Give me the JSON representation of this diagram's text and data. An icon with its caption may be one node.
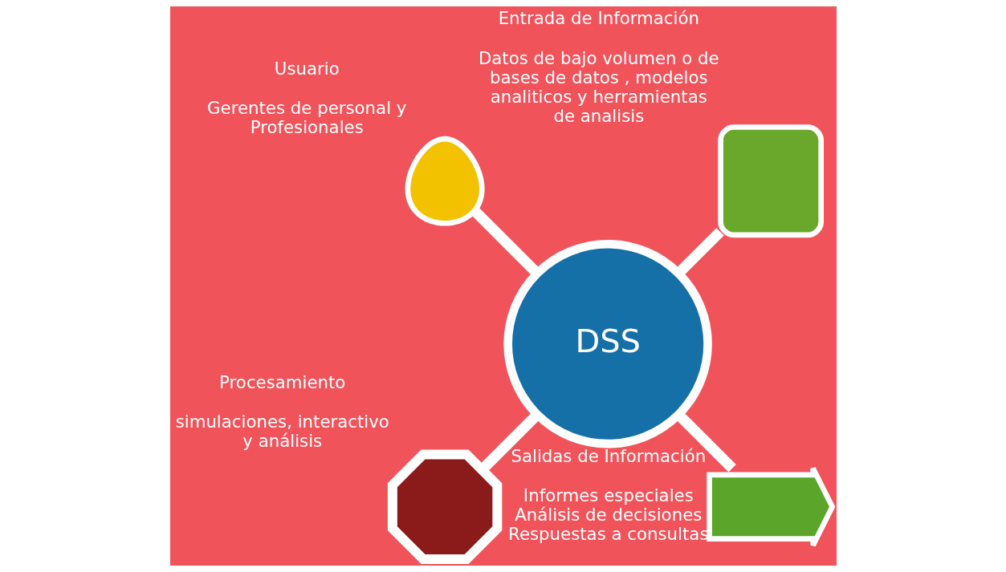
{
  "diagram": {
    "nodes": [
      {
        "text": [
          "DSS"
        ]
      },
      {
        "text": [],
        "shape": "box",
        "beside": [
          "Entrada de Información",
          "Datos de bajo volumen o de bases de datos , modelos analiticos y herramientas de analisis"
        ]
      },
      {
        "text": [],
        "shape": "person",
        "beside": [
          "Usuario",
          "Gerentes de personal y Profesionales"
        ]
      },
      {
        "text": [],
        "shape": "gear",
        "beside": [
          "Procesamiento",
          "simulaciones, interactivo y análisis"
        ]
      },
      {
        "text": [],
        "shape": "arrow",
        "beside": [
          "Salidas de Información",
          "Informes especiales Análisis de decisiones Respuestas a consultas"
        ]
      }
    ],
    "edges": [
      {
        "from": 0,
        "to": 1,
        "arrow": "none"
      },
      {
        "from": 0,
        "to": 2,
        "arrow": "none"
      },
      {
        "from": 0,
        "to": 3,
        "arrow": "none"
      },
      {
        "from": 0,
        "to": 4,
        "arrow": "none"
      }
    ]
  }
}
